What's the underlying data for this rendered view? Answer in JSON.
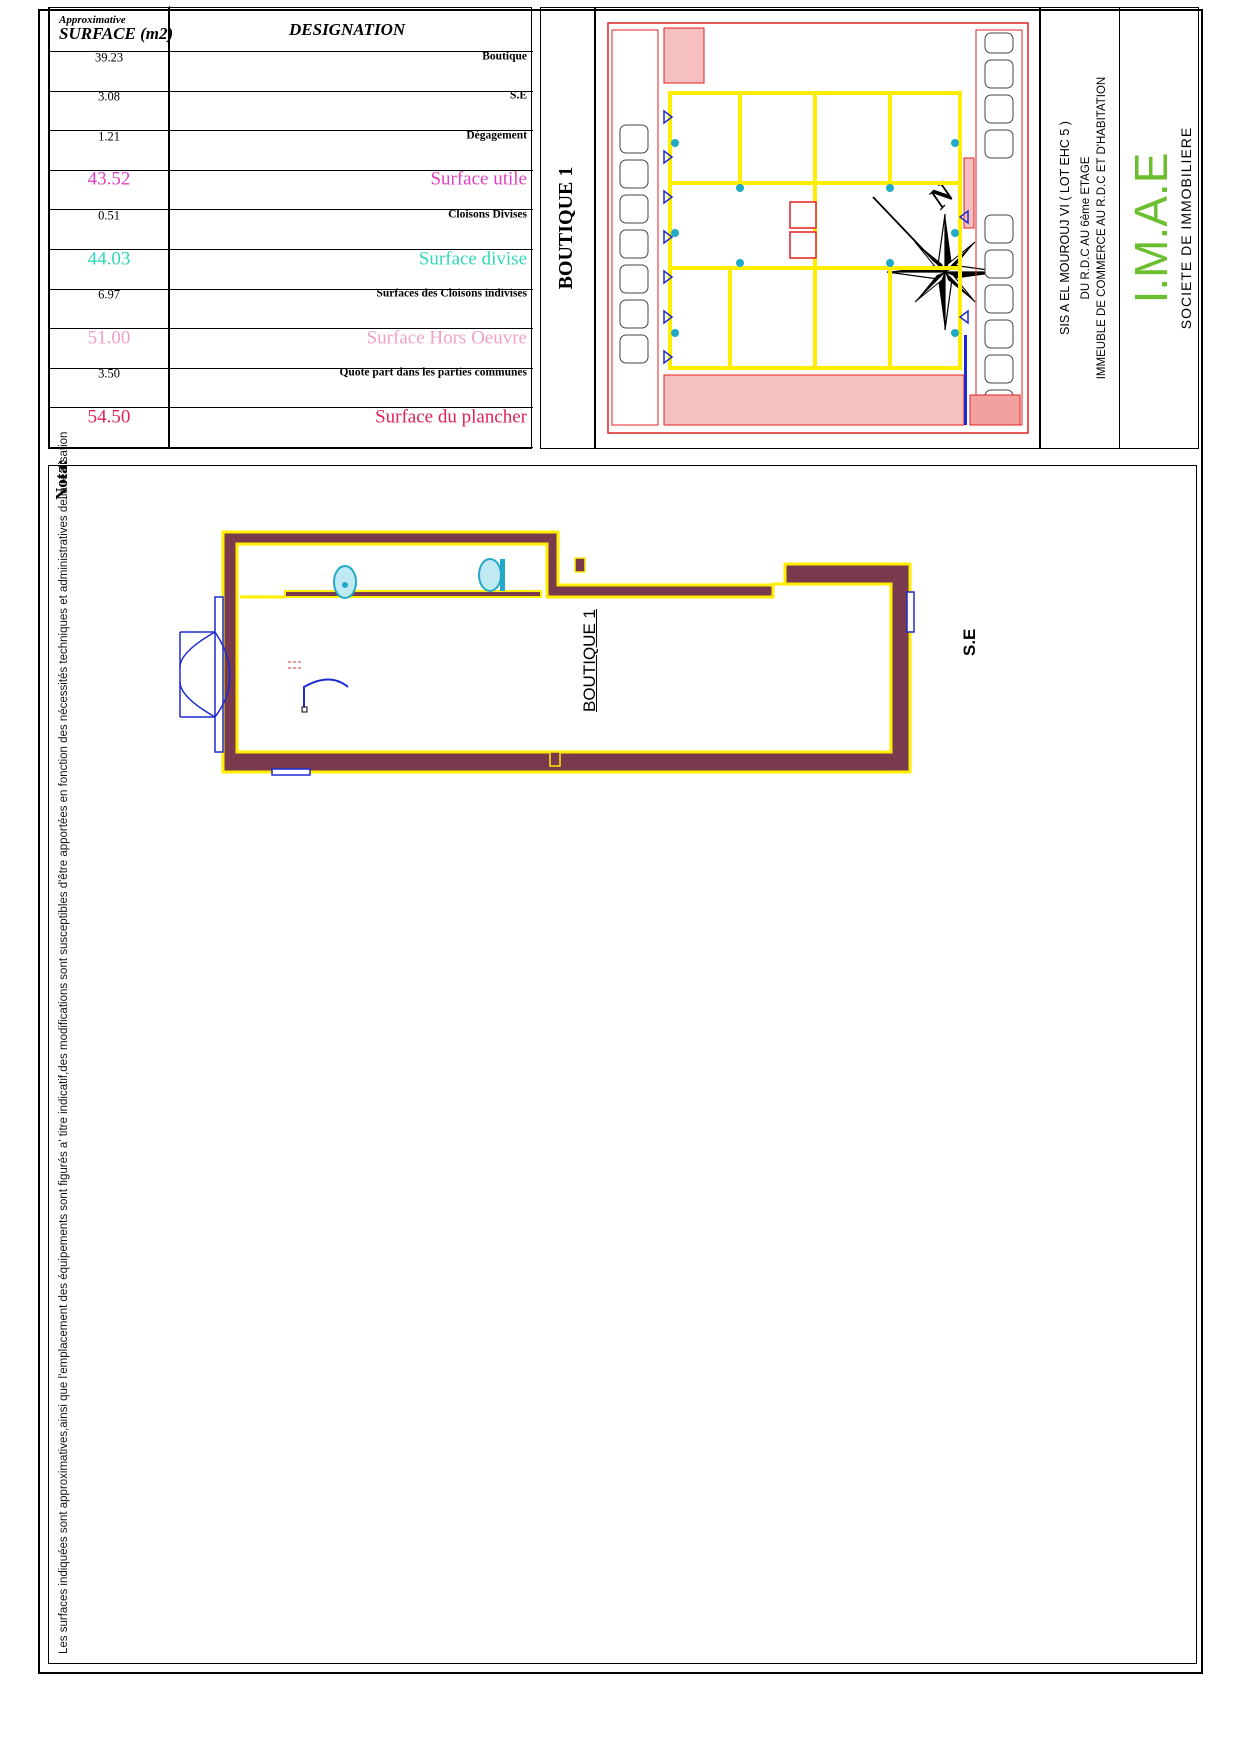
{
  "company": {
    "name": "SOCIETE DE IMMOBILIERE",
    "logo": "I.M.A.E",
    "logo_color": "#6bbf2e"
  },
  "project": {
    "line1": "IMMEUBLE DE COMMERCE AU R.D.C ET D'HABITATION",
    "line2": "DU R.D.C AU 6ème ETAGE",
    "line3": "SIS A EL MOUROUJ VI    ( LOT EHC 5 )"
  },
  "sheet_title": "BOUTIQUE 1",
  "nota": {
    "title": "Nota:",
    "text": "Les surfaces indiquées sont approximatives,ainsi que l'emplacement des équipements sont figurés a' titre indicatif,des modifications sont susceptibles d'être apportées en fonction des nécessités techniques et administratives de la réalisation"
  },
  "plan": {
    "room_main": "BOUTIQUE 1",
    "room_se": "S.E",
    "north": "N",
    "wall_color": "#7a3a4e",
    "outline_color": "#ffee00",
    "fixture_color": "#22a8c8",
    "door_color": "#1e2bd0"
  },
  "surface_table": {
    "header_designation": "DESIGNATION",
    "header_surface": "SURFACE (m2)",
    "header_surface_sub": "Approximative",
    "rows": [
      {
        "label": "Boutique",
        "value": "39.23",
        "color": "#000000",
        "style": "small"
      },
      {
        "label": "S.E",
        "value": "3.08",
        "color": "#000000",
        "style": "small"
      },
      {
        "label": "Dégagement",
        "value": "1.21",
        "color": "#000000",
        "style": "small"
      },
      {
        "label": "Surface utile",
        "value": "43.52",
        "color": "#e040c0",
        "style": "big"
      },
      {
        "label": "Cloisons Divises",
        "value": "0.51",
        "color": "#000000",
        "style": "small"
      },
      {
        "label": "Surface divise",
        "value": "44.03",
        "color": "#30d8b8",
        "style": "big"
      },
      {
        "label": "Surfaces des Cloisons indivises",
        "value": "6.97",
        "color": "#000000",
        "style": "small"
      },
      {
        "label": "Surface Hors Oeuvre",
        "value": "51.00",
        "color": "#f0a0c8",
        "style": "big"
      },
      {
        "label": "Quote part dans les parties communes",
        "value": "3.50",
        "color": "#000000",
        "style": "small"
      },
      {
        "label": "Surface du plancher",
        "value": "54.50",
        "color": "#e0205a",
        "style": "big"
      }
    ]
  }
}
